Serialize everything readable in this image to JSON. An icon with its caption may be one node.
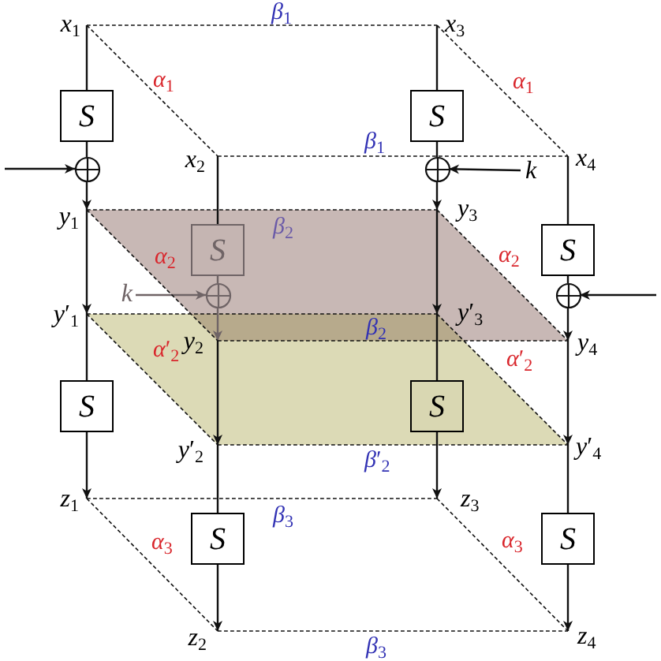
{
  "diagram": {
    "nodes": [
      {
        "text": [
          "*x*$_{1}$"
        ]
      },
      {
        "text": [
          "*x*$_{3}$"
        ]
      },
      {
        "text": [
          "S"
        ]
      },
      {
        "text": [
          "S"
        ]
      },
      {
        "text": [],
        "shape": "circle"
      },
      {
        "text": [
          "*x*$_{2}$"
        ]
      },
      {
        "text": [],
        "shape": "circle"
      },
      {
        "text": [
          "k"
        ]
      },
      {
        "text": [
          "*x*$_{4}$"
        ]
      },
      {
        "text": [
          "*y*$_{1}$"
        ]
      },
      {
        "text": [
          "*y*$_{3}$"
        ]
      },
      {
        "text": [
          "S"
        ]
      },
      {
        "text": [
          "S"
        ]
      },
      {
        "text": [
          "k"
        ]
      },
      {
        "text": [],
        "shape": "circle"
      },
      {
        "text": [],
        "shape": "circle"
      },
      {
        "text": [
          "*y*′$_{1}$"
        ]
      },
      {
        "text": [
          "*y*′$_{3}$"
        ]
      },
      {
        "text": [
          "*y*$_{2}$"
        ]
      },
      {
        "text": [
          "*y*$_{4}$"
        ]
      },
      {
        "text": [
          "S"
        ]
      },
      {
        "text": [
          "S"
        ]
      },
      {
        "text": [
          "*y*′$_{2}$"
        ]
      },
      {
        "text": [
          "*y*′$_{4}$"
        ]
      },
      {
        "text": [
          "*z*$_{1}$"
        ]
      },
      {
        "text": [
          "*z*$_{3}$"
        ]
      },
      {
        "text": [
          "S"
        ]
      },
      {
        "text": [
          "S"
        ]
      },
      {
        "text": [
          "*z*$_{2}$"
        ]
      },
      {
        "text": [
          "*z*$_{4}$"
        ]
      }
    ],
    "edges": [
      {
        "from": 0,
        "to": 2,
        "arrow": "none"
      },
      {
        "from": 2,
        "to": 4,
        "arrow": "none"
      },
      {
        "from": 4,
        "to": 9,
        "arrow": "to"
      },
      {
        "from": 9,
        "to": 16,
        "arrow": "to"
      },
      {
        "from": 16,
        "to": 20,
        "arrow": "none"
      },
      {
        "from": 20,
        "to": 24,
        "arrow": "to"
      },
      {
        "from": 5,
        "to": 11,
        "arrow": "none"
      },
      {
        "from": 11,
        "to": 14,
        "arrow": "none",
        "color": "#6f6466"
      },
      {
        "from": 14,
        "to": 18,
        "arrow": "to",
        "color": "#6f6466"
      },
      {
        "from": 18,
        "to": 22,
        "arrow": "to"
      },
      {
        "from": 22,
        "to": 26,
        "arrow": "none"
      },
      {
        "from": 26,
        "to": 28,
        "arrow": "to"
      },
      {
        "from": 1,
        "to": 3,
        "arrow": "none"
      },
      {
        "from": 3,
        "to": 6,
        "arrow": "none"
      },
      {
        "from": 6,
        "to": 10,
        "arrow": "to"
      },
      {
        "from": 10,
        "to": 17,
        "arrow": "to"
      },
      {
        "from": 17,
        "to": 21,
        "arrow": "none"
      },
      {
        "from": 21,
        "to": 25,
        "arrow": "to"
      },
      {
        "from": 8,
        "to": 12,
        "arrow": "none"
      },
      {
        "from": 12,
        "to": 15,
        "arrow": "none"
      },
      {
        "from": 15,
        "to": 19,
        "arrow": "to"
      },
      {
        "from": 19,
        "to": 23,
        "arrow": "to"
      },
      {
        "from": 23,
        "to": 27,
        "arrow": "none"
      },
      {
        "from": 27,
        "to": 29,
        "arrow": "to"
      },
      {
        "from": null,
        "to": 4,
        "arrow": "to"
      },
      {
        "from": 13,
        "to": 14,
        "arrow": "to",
        "color": "#6f6466"
      },
      {
        "from": 7,
        "to": 6,
        "arrow": "to"
      },
      {
        "from": null,
        "to": 15,
        "arrow": "to"
      },
      {
        "from": 0,
        "to": 1,
        "arrow": "none",
        "style": "dashed",
        "label": "*β*$_{1}$"
      },
      {
        "from": 0,
        "to": 5,
        "arrow": "none",
        "style": "dashed",
        "label": "*α*$_{1}$"
      },
      {
        "from": 1,
        "to": 8,
        "arrow": "none",
        "style": "dashed",
        "label": "*α*$_{1}$"
      },
      {
        "from": 5,
        "to": 8,
        "arrow": "none",
        "style": "dashed",
        "label": "*β*$_{1}$"
      },
      {
        "from": 9,
        "to": 10,
        "arrow": "none",
        "style": "dashed",
        "label": "*β*$_{2}$"
      },
      {
        "from": 9,
        "to": 18,
        "arrow": "none",
        "style": "dashed",
        "label": "*α*$_{2}$"
      },
      {
        "from": 10,
        "to": 19,
        "arrow": "none",
        "style": "dashed",
        "label": "*α*$_{2}$"
      },
      {
        "from": 18,
        "to": 19,
        "arrow": "none",
        "style": "dashed",
        "label": "*β*$_{2}$"
      },
      {
        "from": 16,
        "to": 17,
        "arrow": "none",
        "style": "dashed"
      },
      {
        "from": 16,
        "to": 22,
        "arrow": "none",
        "style": "dashed",
        "label": "*α*′$_{2}$"
      },
      {
        "from": 17,
        "to": 23,
        "arrow": "none",
        "style": "dashed",
        "label": "*α*′$_{2}$"
      },
      {
        "from": 22,
        "to": 23,
        "arrow": "none",
        "style": "dashed",
        "label": "*β*′$_{2}$"
      },
      {
        "from": 24,
        "to": 25,
        "arrow": "none",
        "style": "dashed",
        "label": "*β*$_{3}$"
      },
      {
        "from": 24,
        "to": 28,
        "arrow": "none",
        "style": "dashed",
        "label": "*α*$_{3}$"
      },
      {
        "from": 25,
        "to": 29,
        "arrow": "none",
        "style": "dashed",
        "label": "*α*$_{3}$"
      },
      {
        "from": 28,
        "to": 29,
        "arrow": "none",
        "style": "dashed",
        "label": "*β*$_{3}$"
      }
    ]
  }
}
